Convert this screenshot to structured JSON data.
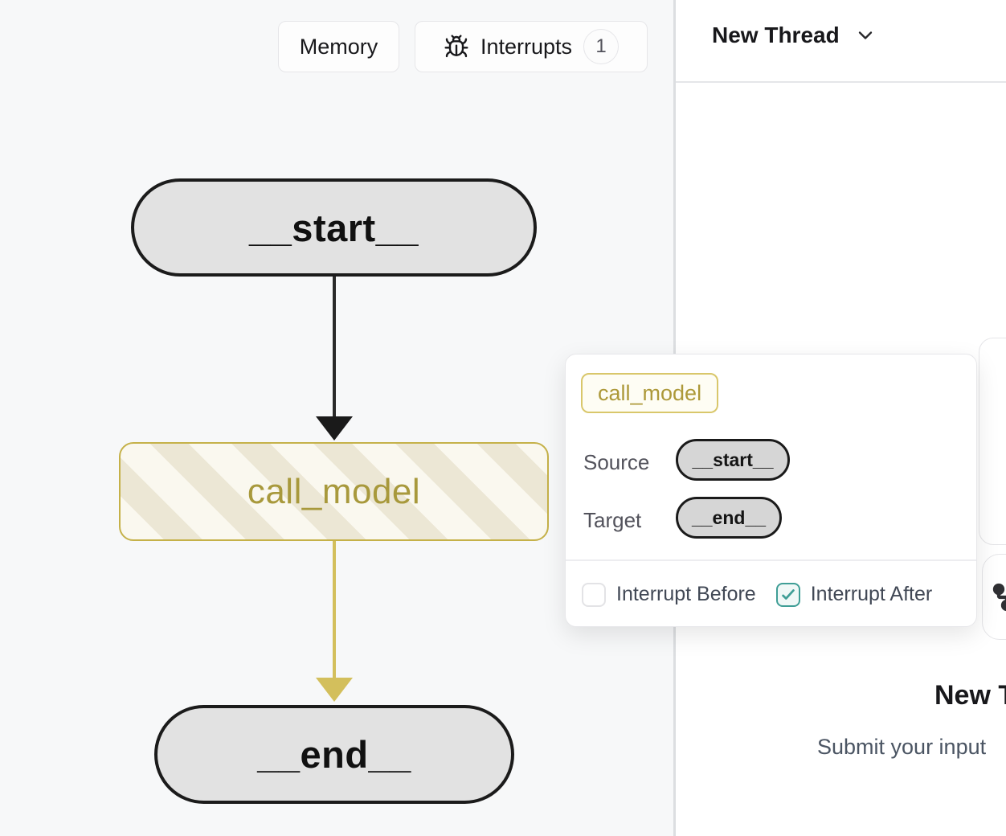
{
  "toolbar": {
    "memory_label": "Memory",
    "interrupts_label": "Interrupts",
    "interrupts_count": "1",
    "interrupts_icon": "bug-icon"
  },
  "graph": {
    "nodes": [
      {
        "id": "start",
        "label": "__start__",
        "kind": "terminal"
      },
      {
        "id": "call_model",
        "label": "call_model",
        "kind": "task-selected"
      },
      {
        "id": "end",
        "label": "__end__",
        "kind": "terminal"
      }
    ],
    "edges": [
      {
        "from": "__start__",
        "to": "call_model",
        "color": "#2a2a2a"
      },
      {
        "from": "call_model",
        "to": "__end__",
        "color": "#d3bf5c"
      }
    ],
    "start_label": "__start__",
    "call_model_label": "call_model",
    "end_label": "__end__"
  },
  "thread_panel": {
    "title": "New Thread",
    "title_icon": "chevron-down-icon",
    "empty_heading": "New Thread",
    "empty_subtext": "Submit your input",
    "fork_button_icon": "git-fork-icon"
  },
  "popover": {
    "node_chip": "call_model",
    "source_label": "Source",
    "source_value": "__start__",
    "target_label": "Target",
    "target_value": "__end__",
    "interrupt_before": {
      "label": "Interrupt Before",
      "checked": false
    },
    "interrupt_after": {
      "label": "Interrupt After",
      "checked": true
    }
  },
  "colors": {
    "canvas_bg": "#f7f8f9",
    "panel_bg": "#ffffff",
    "node_gray_fill": "#e2e2e2",
    "node_border_black": "#1b1b1b",
    "selected_gold_border": "#c5b149",
    "selected_gold_text": "#a8993c",
    "selected_stripe": "#ece7d5",
    "selected_fill": "#faf8ef",
    "edge_gold": "#d3bf5c",
    "checkbox_teal": "#3f9e96"
  }
}
